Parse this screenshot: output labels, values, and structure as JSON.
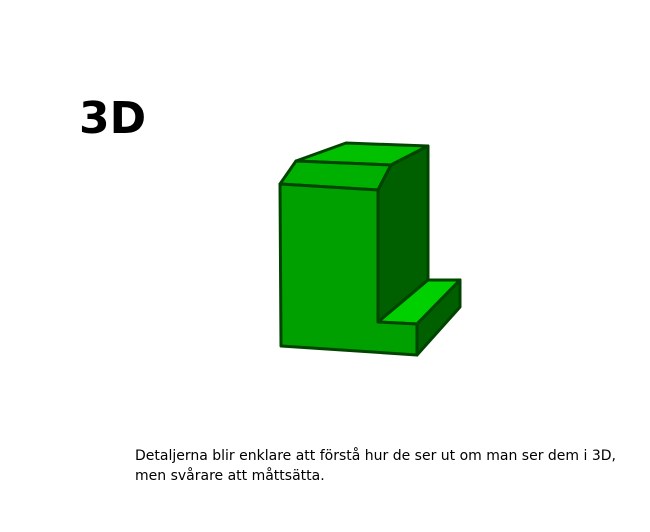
{
  "slide": {
    "title": "3D",
    "caption_lines": [
      "Detaljerna blir enklare att förstå hur de ser ut om man ser dem i 3D,",
      "men svårare att måttsätta."
    ]
  },
  "figure": {
    "description_icon": "3d-l-bracket-icon",
    "colors": {
      "front": "#00a000",
      "top": "#00c000",
      "side": "#006000",
      "step_top": "#00d000",
      "outline": "#004400"
    }
  }
}
